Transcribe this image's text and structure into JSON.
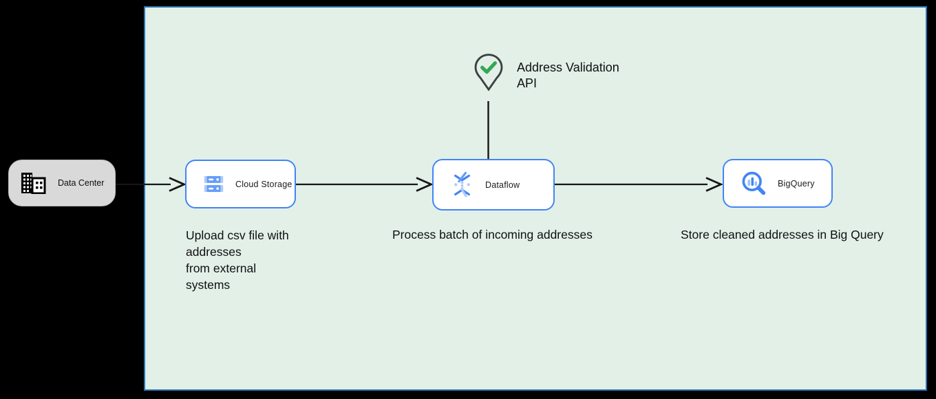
{
  "canvas": {
    "background": "#000000"
  },
  "boundary": {
    "fill": "#e2f0e8",
    "border_color": "#2e74b5"
  },
  "external_node": {
    "label": "Data Center",
    "fill": "#d9d9d9",
    "icon": "building-icon"
  },
  "nodes": [
    {
      "id": "cloud-storage",
      "label": "Cloud Storage",
      "icon": "cloud-storage-icon",
      "caption": "Upload csv file with\naddresses\nfrom external\nsystems"
    },
    {
      "id": "dataflow",
      "label": "Dataflow",
      "icon": "dataflow-icon",
      "caption": "Process batch of incoming addresses"
    },
    {
      "id": "bigquery",
      "label": "BigQuery",
      "icon": "bigquery-icon",
      "caption": "Store cleaned addresses in Big Query"
    }
  ],
  "api_marker": {
    "label": "Address Validation\nAPI",
    "icon": "map-pin-check-icon",
    "check_color": "#34a853",
    "pin_outline": "#3c4043"
  },
  "connectors": {
    "color": "#161616",
    "flow": [
      "data-center to cloud-storage",
      "cloud-storage to dataflow",
      "dataflow to bigquery",
      "address-validation-api to dataflow"
    ]
  },
  "colors": {
    "node_border": "#4285f4",
    "node_fill": "#ffffff",
    "gcp_blue": "#4285f4",
    "gcp_light_blue": "#aecbfa"
  }
}
